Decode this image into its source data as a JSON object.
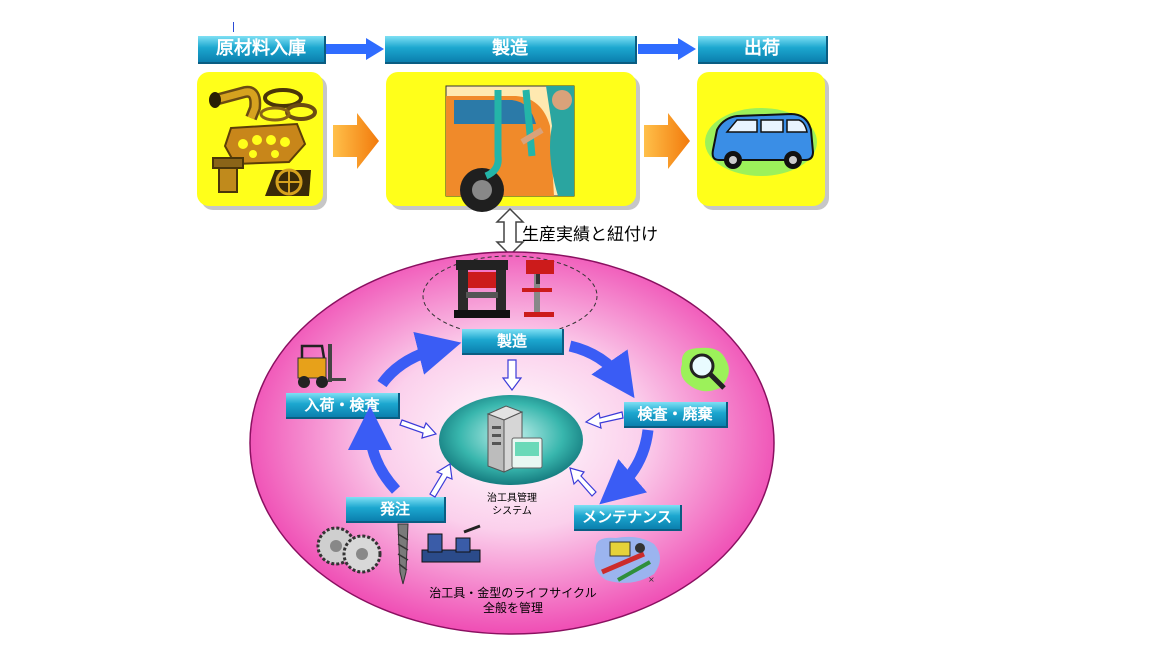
{
  "flow": {
    "stages": [
      {
        "label": "原材料入庫"
      },
      {
        "label": "製造"
      },
      {
        "label": "出荷"
      }
    ],
    "link_label": "生産実績と紐付け"
  },
  "cycle": {
    "center_label_line1": "治工具管理",
    "center_label_line2": "システム",
    "nodes": {
      "manufacture": "製造",
      "receiving": "入荷・検査",
      "inspection": "検査・廃棄",
      "order": "発注",
      "maintenance": "メンテナンス"
    },
    "caption_line1": "治工具・金型のライフサイクル",
    "caption_line2": "全般を管理"
  },
  "colors": {
    "header_blue": "#1ca7cf",
    "box_yellow": "#ffff1a",
    "flow_arrow_blue": "#2f6cff",
    "block_arrow_orange": "#f79a1e",
    "ellipse_pink": "#f24fb5",
    "cycle_arrow_blue": "#3a5cf5"
  }
}
